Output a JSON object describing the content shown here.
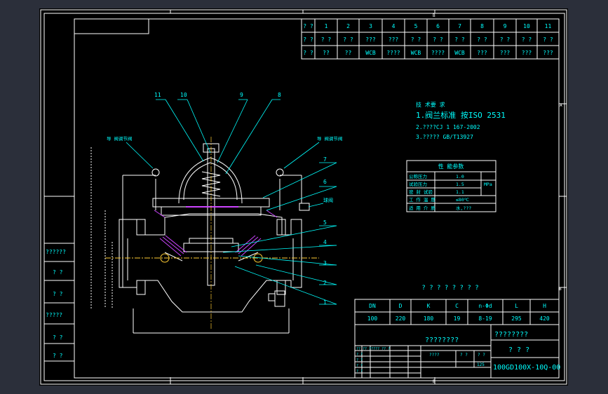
{
  "bom_table": {
    "rows": [
      [
        "? ?",
        "1",
        "2",
        "3",
        "4",
        "5",
        "6",
        "7",
        "8",
        "9",
        "10",
        "11"
      ],
      [
        "? ?",
        "? ?",
        "? ?",
        "???",
        "???",
        "? ?",
        "? ?",
        "? ?",
        "? ?",
        "? ?",
        "? ?",
        "? ?"
      ],
      [
        "? ?",
        "??",
        "??",
        "WCB",
        "????",
        "WCB",
        "????",
        "WCB",
        "???",
        "???",
        "???",
        "???"
      ]
    ]
  },
  "technical_requirements": {
    "title": "技 术要 求",
    "items": [
      "1.阀兰标准 按ISO 2531",
      "2.????CJ 1 167-2002",
      "3.?????   GB/T13927"
    ]
  },
  "params_table": {
    "title": "性 能参数",
    "rows": [
      [
        "公称压力",
        "1.0",
        ""
      ],
      [
        "试验压力",
        "1.5",
        "MPa"
      ],
      [
        "密 封 试验",
        "1.1",
        ""
      ],
      [
        "工 作 温 度",
        "≤80℃",
        ""
      ],
      [
        "适 用 介 质",
        "水,???",
        ""
      ]
    ]
  },
  "callouts": {
    "numbers": [
      "11",
      "10",
      "9",
      "8",
      "7",
      "6",
      "5",
      "4",
      "3",
      "2",
      "1"
    ],
    "left_valve": "导 阀调节阀",
    "right_valve": "导 阀调节阀",
    "ball_valve": "球阀"
  },
  "dim_table": {
    "caption": "? ? ? ? ? ? ? ?",
    "headers": [
      "DN",
      "D",
      "K",
      "C",
      "n-Φd",
      "L",
      "H"
    ],
    "values": [
      "100",
      "220",
      "180",
      "19",
      "8-19",
      "295",
      "420"
    ]
  },
  "title_block": {
    "name_placeholder": "????????",
    "name_right": "????????",
    "name_right2": "? ? ?",
    "scale_cells": [
      "????",
      "? ?",
      "? ?",
      "",
      "",
      "125"
    ],
    "drawing_number": "100GD100X-10Q-00",
    "rev_cells": [
      "?? ?? ????? ?? ?",
      "? ?",
      " ? ?",
      "? ?",
      "? ?"
    ]
  },
  "side_stamps": [
    "??????",
    "? ?",
    "? ?",
    "?????",
    "? ?",
    "? ?"
  ],
  "frame_letters": {
    "top": "B",
    "bottom": "B",
    "right_a": "A",
    "right_b": "B"
  },
  "colors": {
    "background": "#000000",
    "line": "#00ffff",
    "frame": "#ffffff",
    "outer": "#2b2f3a",
    "hatch": "#cc44ff"
  }
}
